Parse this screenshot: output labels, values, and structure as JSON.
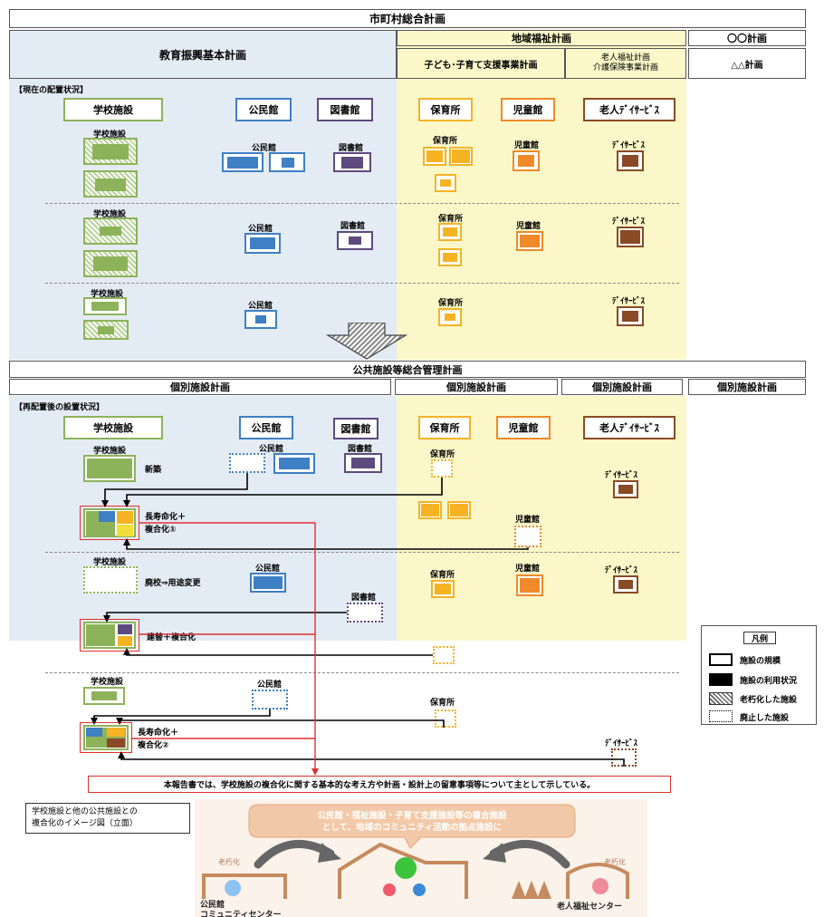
{
  "top": {
    "title": "市町村総合計画",
    "education_plan": "教育振興基本計画",
    "welfare_plan": "地域福祉計画",
    "oo_plan": "〇〇計画",
    "child_plan": "子ども･子育て支援事業計画",
    "elderly_plan_line1": "老人福祉計画",
    "elderly_plan_line2": "介護保険事業計画",
    "aa_plan": "△△計画"
  },
  "current": {
    "section_label": "【現在の配置状況】",
    "headers": {
      "school": "学校施設",
      "kominkan": "公民館",
      "library": "図書館",
      "hoikusho": "保育所",
      "jidokan": "児童館",
      "dayservice": "老人ﾃﾞｲｻｰﾋﾞｽ"
    },
    "row1": {
      "school": "学校施設",
      "kominkan": "公民館",
      "library": "図書館",
      "hoikusho": "保育所",
      "jidokan": "児童館",
      "dayservice": "ﾃﾞｲｻｰﾋﾞｽ"
    },
    "row2": {
      "school": "学校施設",
      "kominkan": "公民館",
      "library": "図書館",
      "hoikusho": "保育所",
      "jidokan": "児童館",
      "dayservice": "ﾃﾞｲｻｰﾋﾞｽ"
    },
    "row3": {
      "school": "学校施設",
      "kominkan": "公民館",
      "hoikusho": "保育所",
      "dayservice": "ﾃﾞｲｻｰﾋﾞｽ"
    }
  },
  "bottom": {
    "title": "公共施設等総合管理計画",
    "plan_col1": "個別施設計画",
    "plan_col2": "個別施設計画",
    "plan_col3": "個別施設計画",
    "plan_col4": "個別施設計画",
    "section_label": "【再配置後の設置状況】",
    "headers": {
      "school": "学校施設",
      "kominkan": "公民館",
      "library": "図書館",
      "hoikusho": "保育所",
      "jidokan": "児童館",
      "dayservice": "老人ﾃﾞｲｻｰﾋﾞｽ"
    },
    "row1": {
      "school": "学校施設",
      "new_build": "新築",
      "kominkan": "公民館",
      "library": "図書館",
      "hoikusho": "保育所",
      "dayservice": "ﾃﾞｲｻｰﾋﾞｽ",
      "combo_line1": "長寿命化＋",
      "combo_line2": "複合化①",
      "jidokan": "児童館"
    },
    "row2": {
      "school": "学校施設",
      "conversion": "廃校⇒用途変更",
      "kominkan": "公民館",
      "hoikusho": "保育所",
      "jidokan": "児童館",
      "dayservice": "ﾃﾞｲｻｰﾋﾞｽ",
      "library": "図書館",
      "combo": "建替＋複合化"
    },
    "row3": {
      "school": "学校施設",
      "kominkan": "公民館",
      "hoikusho": "保育所",
      "combo_line1": "長寿命化＋",
      "combo_line2": "複合化②",
      "dayservice": "ﾃﾞｲｻｰﾋﾞｽ"
    },
    "note": "本報告書では、学校施設の複合化に関する基本的な考え方や計画・設計上の留意事項等について主として示している。"
  },
  "legend": {
    "title": "凡例",
    "scale": "施設の規模",
    "usage": "施設の利用状況",
    "aging": "老朽化した施設",
    "abolished": "廃止した施設"
  },
  "image_section": {
    "caption_line1": "学校施設と他の公共施設との",
    "caption_line2": "複合化のイメージ図（立面）",
    "bubble_line1": "公民館・福祉施設・子育て支援施設等の複合施設",
    "bubble_line2": "として、地域のコミュニティ活動の拠点施設に",
    "aging_left": "老朽化",
    "aging_right": "老朽化",
    "left_building_line1": "公民館",
    "left_building_line2": "コミュニティセンター",
    "right_building": "老人福祉センター"
  },
  "colors": {
    "school": "#8db35a",
    "kominkan": "#3f7fc4",
    "library": "#5e4a7e",
    "hoikusho": "#f5b324",
    "jidokan": "#f08a2a",
    "dayservice": "#8a4a25",
    "edu_bg": "#e3ebf5",
    "welfare_bg": "#fbf7c8",
    "accent_red": "#e03030"
  }
}
